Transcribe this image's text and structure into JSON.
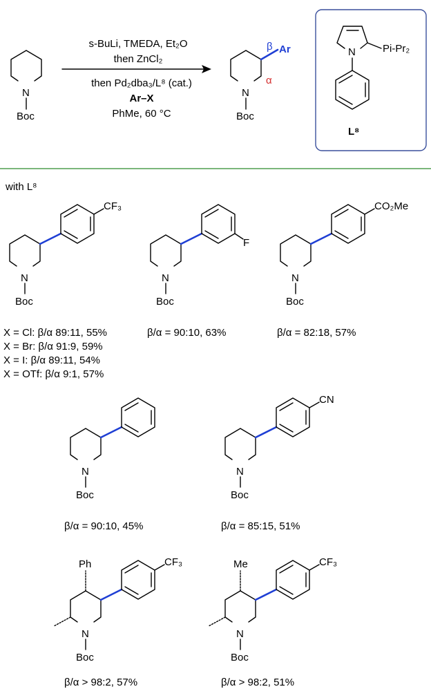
{
  "reaction": {
    "reagent_line1": "s-BuLi, TMEDA, Et₂O",
    "reagent_line2": "then ZnCl₂",
    "reagent_line3": "then Pd₂dba₃/L⁸ (cat.)",
    "reagent_line4": "Ar–X",
    "reagent_line5": "PhMe, 60 °C",
    "substrate_n": "N",
    "substrate_pg": "Boc",
    "product_n": "N",
    "product_pg": "Boc",
    "product_ar": "Ar",
    "beta_label": "β",
    "alpha_label": "α"
  },
  "ligand": {
    "n_label": "N",
    "p_label": "Pi-Pr₂",
    "name": "L⁸"
  },
  "scope_heading": "with L⁸",
  "products": [
    {
      "sub": "CF₃",
      "n": "N",
      "pg": "Boc",
      "results": [
        "X = Cl: β/α 89:11, 55%",
        "X = Br: β/α 91:9, 59%",
        "X = I: β/α 89:11, 54%",
        "X = OTf: β/α 9:1, 57%"
      ]
    },
    {
      "sub": "F",
      "n": "N",
      "pg": "Boc",
      "results": [
        "β/α = 90:10, 63%"
      ]
    },
    {
      "sub": "CO₂Me",
      "n": "N",
      "pg": "Boc",
      "results": [
        "β/α = 82:18, 57%"
      ]
    },
    {
      "sub": "",
      "n": "N",
      "pg": "Boc",
      "results": [
        "β/α = 90:10, 45%"
      ]
    },
    {
      "sub": "CN",
      "n": "N",
      "pg": "Boc",
      "results": [
        "β/α = 85:15, 51%"
      ]
    },
    {
      "sub": "CF₃",
      "n": "N",
      "pg": "Boc",
      "extra": "Ph",
      "results": [
        "β/α > 98:2, 57%"
      ]
    },
    {
      "sub": "CF₃",
      "n": "N",
      "pg": "Boc",
      "extra": "Me",
      "results": [
        "β/α > 98:2, 51%"
      ]
    }
  ],
  "colors": {
    "bond_highlight": "#1f3fd4",
    "alpha_label": "#d43030",
    "separator": "#2b8a2b",
    "ligand_box": "#3a4f9c"
  }
}
